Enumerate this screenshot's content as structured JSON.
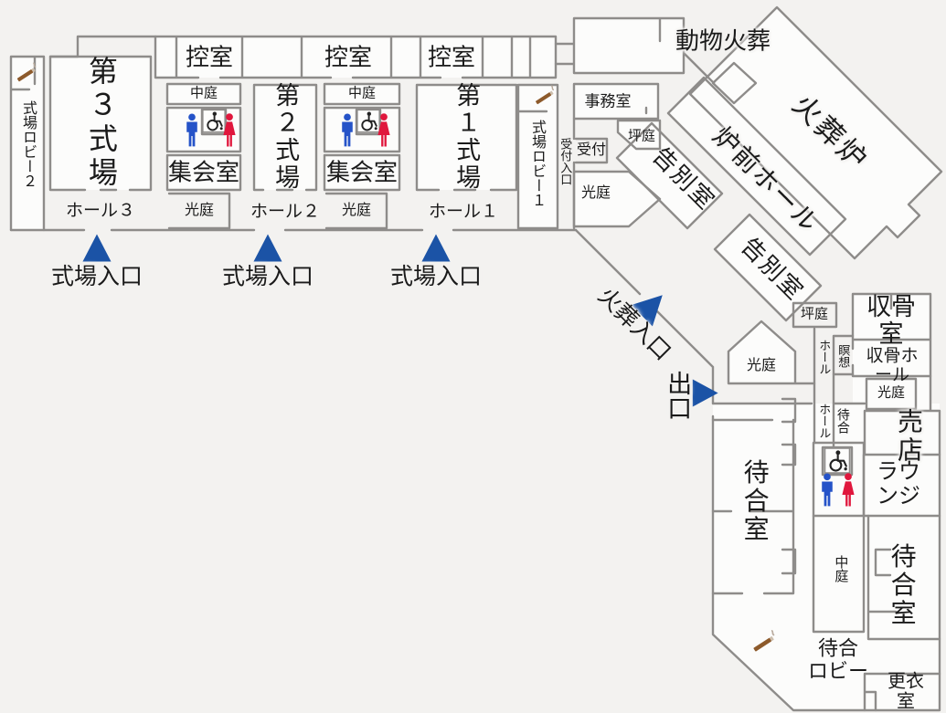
{
  "palette": {
    "background": "#f3f2f0",
    "wall_gray": "#8e8c8a",
    "room_fill": "#fcfcfb",
    "arrow_blue": "#1b53a6",
    "male_blue": "#2553c8",
    "female_red": "#e0173d",
    "wheelchair_black": "#222222",
    "cigarette_brown": "#8d5a2b",
    "text_black": "#1a1a1a"
  },
  "labels": {
    "ceremony_lobby_2": "式場ロビー２",
    "ceremony_lobby_1": "式場ロビー１",
    "ceremony_hall_3": "第３式場",
    "ceremony_hall_2": "第２式場",
    "ceremony_hall_1": "第１式場",
    "hall_3": "ホール３",
    "hall_2": "ホール２",
    "hall_1": "ホール１",
    "waiting_room_small": "控室",
    "courtyard": "中庭",
    "light_court": "光庭",
    "meeting_room": "集会室",
    "tsubo_garden": "坪庭",
    "office": "事務室",
    "reception": "受付",
    "reception_entrance": "受付入口",
    "animal_cremation": "動物火葬",
    "cremation_furnace": "火葬炉",
    "furnace_front_hall": "炉前ホール",
    "farewell_room": "告別室",
    "ossuary_room": "収骨室",
    "ossuary_hall": "収骨ホール",
    "meditation": "瞑想",
    "hall_corridor": "ホール",
    "waiting": "待合",
    "waiting_room_large": "待合室",
    "shop": "売店",
    "lounge": "ラウンジ",
    "waiting_lobby": "待合\nロビー",
    "changing_room": "更衣室",
    "ceremony_entrance": "式場入口",
    "cremation_entrance": "火葬入口",
    "exit": "出口"
  },
  "icons": {
    "toilet_male": "male-pictogram-icon",
    "toilet_female": "female-pictogram-icon",
    "accessible": "wheelchair-icon",
    "smoking_area": "cigarette-icon",
    "entrance_marker": "blue-triangle-arrow-icon"
  }
}
